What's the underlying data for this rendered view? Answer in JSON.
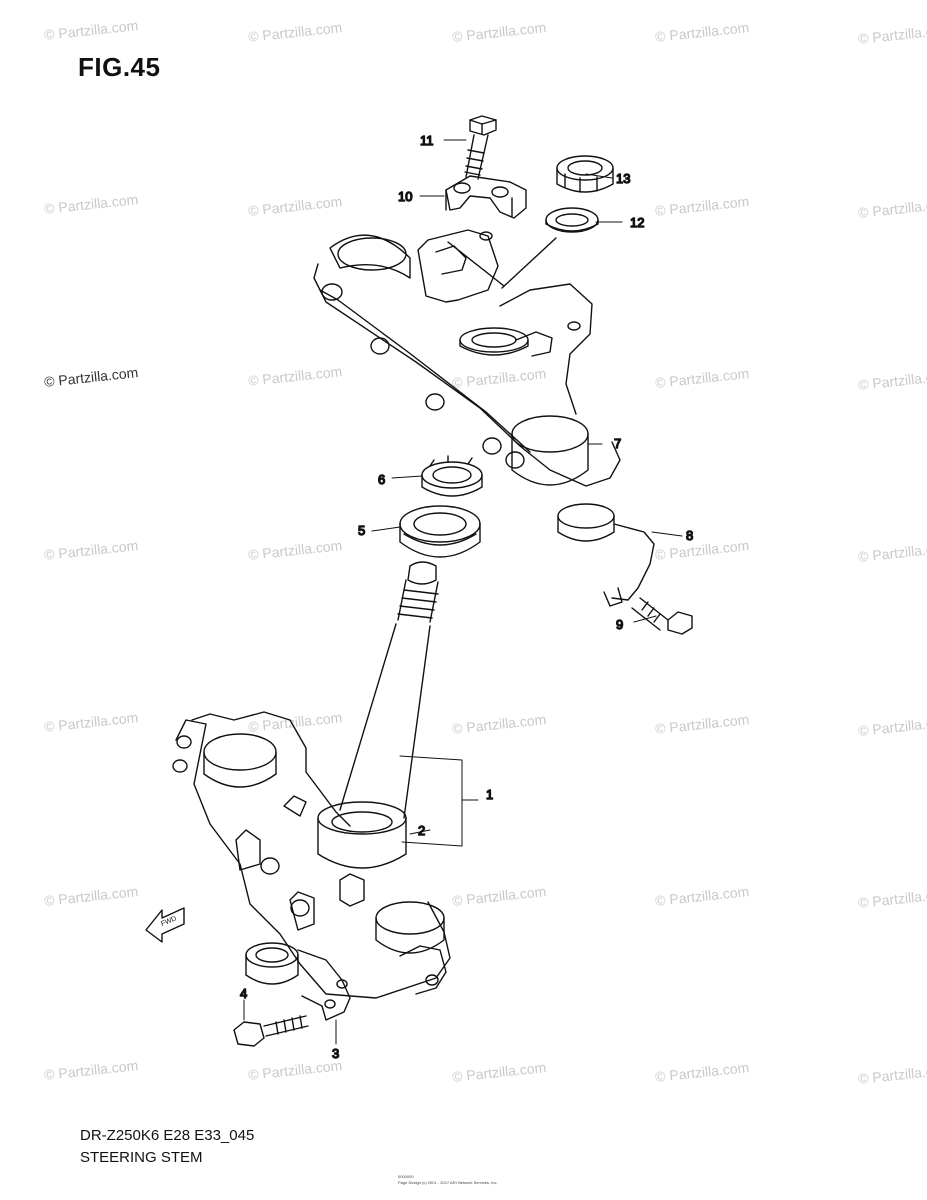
{
  "figure": {
    "title": "FIG.45",
    "model_code": "DR-Z250K6 E28 E33_045",
    "diagram_name": "STEERING STEM",
    "copyright_lines": [
      "0000000",
      "Page Design (c) 2001 - 2017 ARI Network Services, Inc."
    ]
  },
  "watermark": {
    "text": "© Partzilla.com",
    "featured_text": "© Partzilla.com"
  },
  "callouts": [
    "1",
    "2",
    "3",
    "4",
    "5",
    "6",
    "7",
    "8",
    "9",
    "10",
    "11",
    "12",
    "13"
  ],
  "fwd_label": "FWD",
  "colors": {
    "line": "#111111",
    "watermark": "#c9c9c9",
    "background": "#ffffff"
  }
}
